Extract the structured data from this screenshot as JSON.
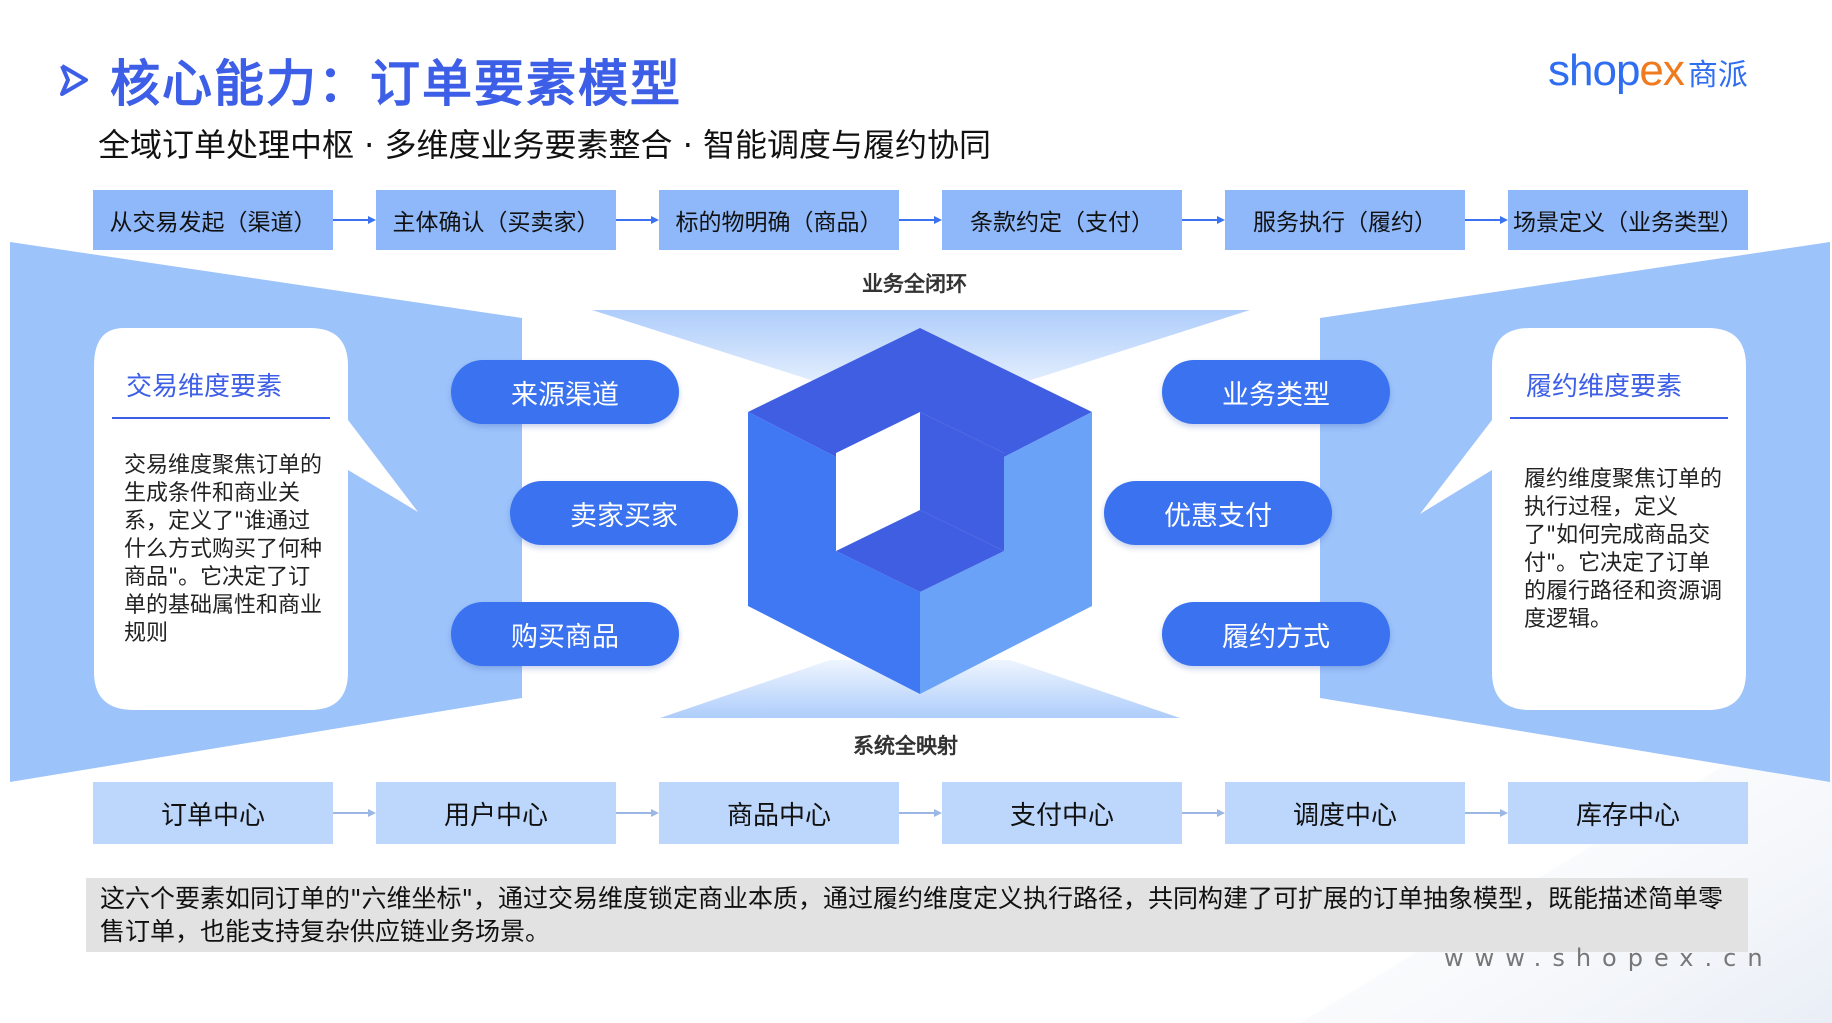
{
  "header": {
    "title": "核心能力：订单要素模型",
    "subtitle": "全域订单处理中枢 · 多维度业务要素整合 · 智能调度与履约协同"
  },
  "brand": {
    "shop": "shop",
    "ex": "ex",
    "cn": "商派"
  },
  "top_flow": [
    "从交易发起（渠道）",
    "主体确认（买卖家）",
    "标的物明确（商品）",
    "条款约定（支付）",
    "服务执行（履约）",
    "场景定义（业务类型）"
  ],
  "labels": {
    "loop": "业务全闭环",
    "mapping": "系统全映射"
  },
  "left_callout": {
    "title": "交易维度要素",
    "body": "交易维度聚焦订单的生成条件和商业关系，定义了\"谁通过什么方式购买了何种商品\"。它决定了订单的基础属性和商业规则"
  },
  "right_callout": {
    "title": "履约维度要素",
    "body": "履约维度聚焦订单的执行过程，定义了\"如何完成商品交付\"。它决定了订单的履行路径和资源调度逻辑。"
  },
  "left_pills": [
    "来源渠道",
    "卖家买家",
    "购买商品"
  ],
  "right_pills": [
    "业务类型",
    "优惠支付",
    "履约方式"
  ],
  "centers": [
    "订单中心",
    "用户中心",
    "商品中心",
    "支付中心",
    "调度中心",
    "库存中心"
  ],
  "summary": "这六个要素如同订单的\"六维坐标\"，通过交易维度锁定商业本质，通过履约维度定义执行路径，共同构建了可扩展的订单抽象模型，既能描述简单零售订单，也能支持复杂供应链业务场景。",
  "footer": {
    "url": "www.shopex.cn"
  },
  "colors": {
    "title_blue": "#3d5ee6",
    "pill_blue": "#3a72ef",
    "step_blue": "#8fb8fa",
    "center_box_blue": "#bcd6fc",
    "brand_orange": "#f07a1e"
  }
}
